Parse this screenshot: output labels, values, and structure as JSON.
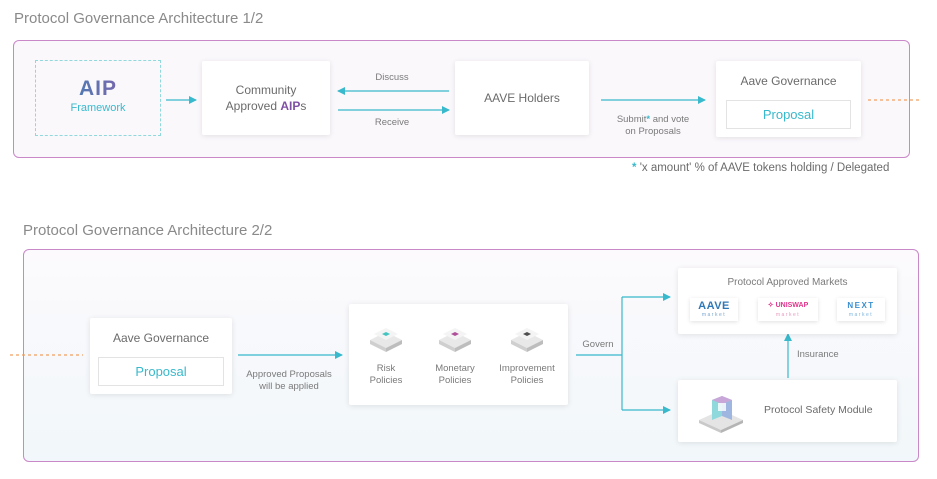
{
  "top": {
    "title": "Protocol Governance Architecture 1/2",
    "aip_box": {
      "title": "AIP",
      "subtitle": "Framework"
    },
    "community": {
      "line1": "Community",
      "line2_prefix": "Approved ",
      "line2_bold": "AIP",
      "line2_suffix": "s"
    },
    "discuss_label": "Discuss",
    "receive_label": "Receive",
    "holders_label": "AAVE Holders",
    "submit_label_part1": "Submit",
    "submit_star": "*",
    "submit_label_part2": " and vote",
    "submit_label_line2": "on Proposals",
    "governance": {
      "title": "Aave Governance",
      "proposal": "Proposal"
    },
    "footnote_star": "*",
    "footnote_text": "'x amount' % of AAVE tokens holding /  Delegated"
  },
  "bottom": {
    "title": "Protocol Governance Architecture 2/2",
    "governance": {
      "title": "Aave Governance",
      "proposal": "Proposal"
    },
    "approved_line1": "Approved Proposals",
    "approved_line2": "will be applied",
    "policies": [
      {
        "line1": "Risk",
        "line2": "Policies",
        "color": "#45c4c2"
      },
      {
        "line1": "Monetary",
        "line2": "Policies",
        "color": "#b04f9a"
      },
      {
        "line1": "Improvement",
        "line2": "Policies",
        "color": "#4f4f4f"
      }
    ],
    "govern_label": "Govern",
    "markets": {
      "title": "Protocol Approved Markets",
      "items": [
        {
          "name": "AAVE",
          "sub": "market",
          "color": "#2f78b7"
        },
        {
          "name": "UNISWAP",
          "sub": "market",
          "color": "#e0348a"
        },
        {
          "name": "NEXT",
          "sub": "market",
          "color": "#3a8fd0"
        }
      ]
    },
    "insurance_label": "Insurance",
    "safety_label": "Protocol Safety Module"
  },
  "colors": {
    "accent": "#38b9cc",
    "panel_border": "#c989c9",
    "dashed": "#f0a060"
  }
}
